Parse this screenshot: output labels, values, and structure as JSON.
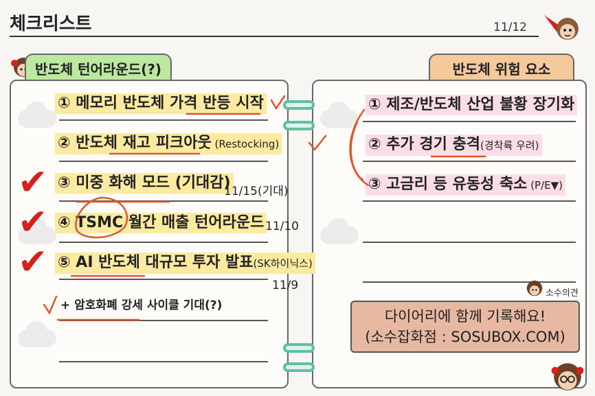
{
  "header": {
    "title": "체크리스트",
    "page": "11/12"
  },
  "left": {
    "tab": "반도체 턴어라운드(?)",
    "items": [
      {
        "main": "① 메모리 반도체 가격 반등 시작",
        "small": ""
      },
      {
        "main": "② 반도체 재고 피크아웃",
        "small": " (Restocking)"
      },
      {
        "main": "③ 미중 화해 모드 (기대감)",
        "small": ""
      },
      {
        "main": "④ TSMC 월간 매출 턴어라운드",
        "small": ""
      },
      {
        "main": "⑤ AI 반도체 대규모 투자 발표",
        "small": "(SK하이닉스)"
      }
    ],
    "notes": {
      "item3": "11/15(기대)",
      "item4": "11/10",
      "item5": "11/9"
    },
    "extra": "+ 암호화폐 강세 사이클 기대(?)"
  },
  "right": {
    "tab": "반도체 위험 요소",
    "items": [
      {
        "main": "① 제조/반도체 산업 불황 장기화",
        "small": ""
      },
      {
        "main": "② 추가 경기 충격",
        "small": "(경착륙 우려)"
      },
      {
        "main": "③ 고금리 등 유동성 축소",
        "small": " (P/E▼)"
      }
    ],
    "brand": "소수의견",
    "cta": {
      "line1": "다이어리에 함께 기록해요!",
      "line2": "(소수잡화점 : SOSUBOX.COM)"
    }
  },
  "colors": {
    "check": "#d8201a",
    "ink": "#e0552a",
    "yellow": "#fbeaa0",
    "pink": "#fbdde8"
  },
  "icons": [
    "mascot-icon",
    "checkmark-icon",
    "binder-ring-icon",
    "cloud-icon"
  ]
}
